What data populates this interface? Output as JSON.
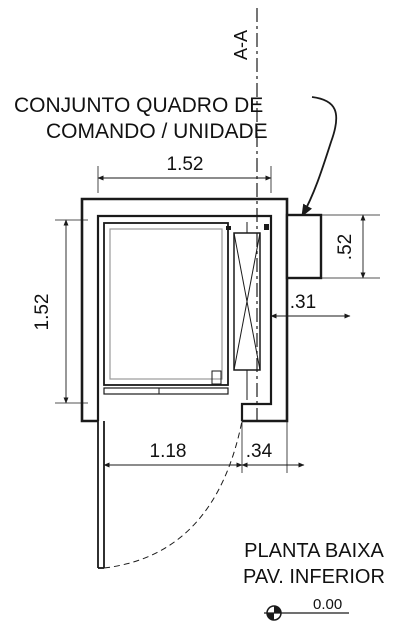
{
  "section": {
    "label": "A-A"
  },
  "callout": {
    "line1": "CONJUNTO QUADRO DE",
    "line2": "COMANDO / UNIDADE"
  },
  "dimensions": {
    "top_width": "1.52",
    "left_height": "1.52",
    "box_height": ".52",
    "box_offset": ".31",
    "door_width": "1.18",
    "door_side": ".34"
  },
  "title": {
    "line1": "PLANTA BAIXA",
    "line2": "PAV. INFERIOR"
  },
  "level": {
    "value": "0.00"
  },
  "colors": {
    "line": "#1a1a1a",
    "glass": "#9a9a9a",
    "background": "#ffffff"
  }
}
